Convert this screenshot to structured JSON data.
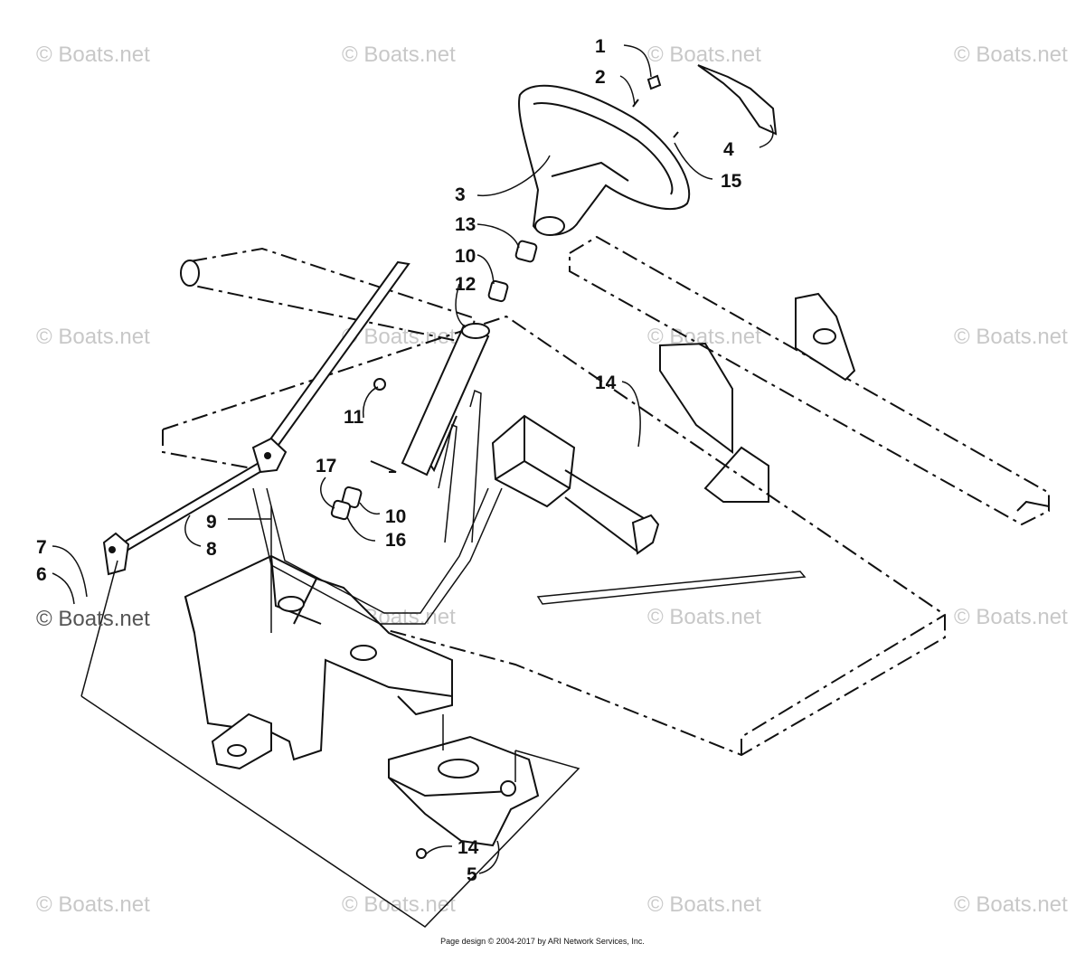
{
  "watermark": "© Boats.net",
  "footer": "Page design © 2004-2017 by ARI Network Services, Inc.",
  "callouts": [
    "1",
    "2",
    "3",
    "4",
    "15",
    "13",
    "10",
    "12",
    "14",
    "11",
    "17",
    "10",
    "16",
    "9",
    "8",
    "7",
    "6",
    "14",
    "5"
  ]
}
